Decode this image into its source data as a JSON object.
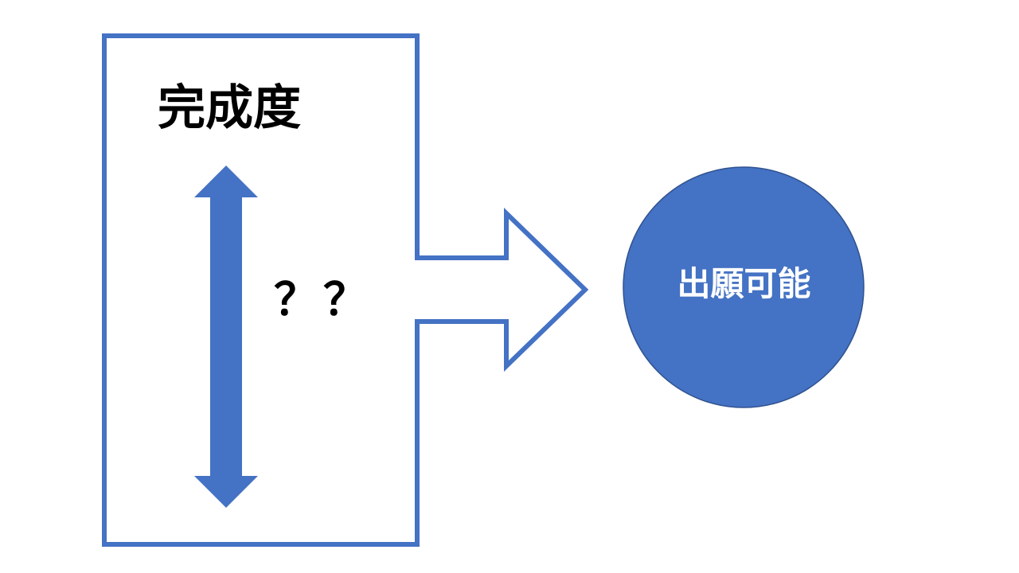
{
  "colors": {
    "accent": "#4472C4",
    "circle_fill": "#4472C4",
    "circle_text": "#FFFFFF",
    "text": "#000000",
    "background": "#FFFFFF"
  },
  "box": {
    "title": "完成度",
    "uncertainty_text": "？？"
  },
  "circle": {
    "label": "出願可能"
  },
  "icons": {
    "vertical_arrow": "double-headed-arrow",
    "right_arrow": "block-arrow-right"
  }
}
